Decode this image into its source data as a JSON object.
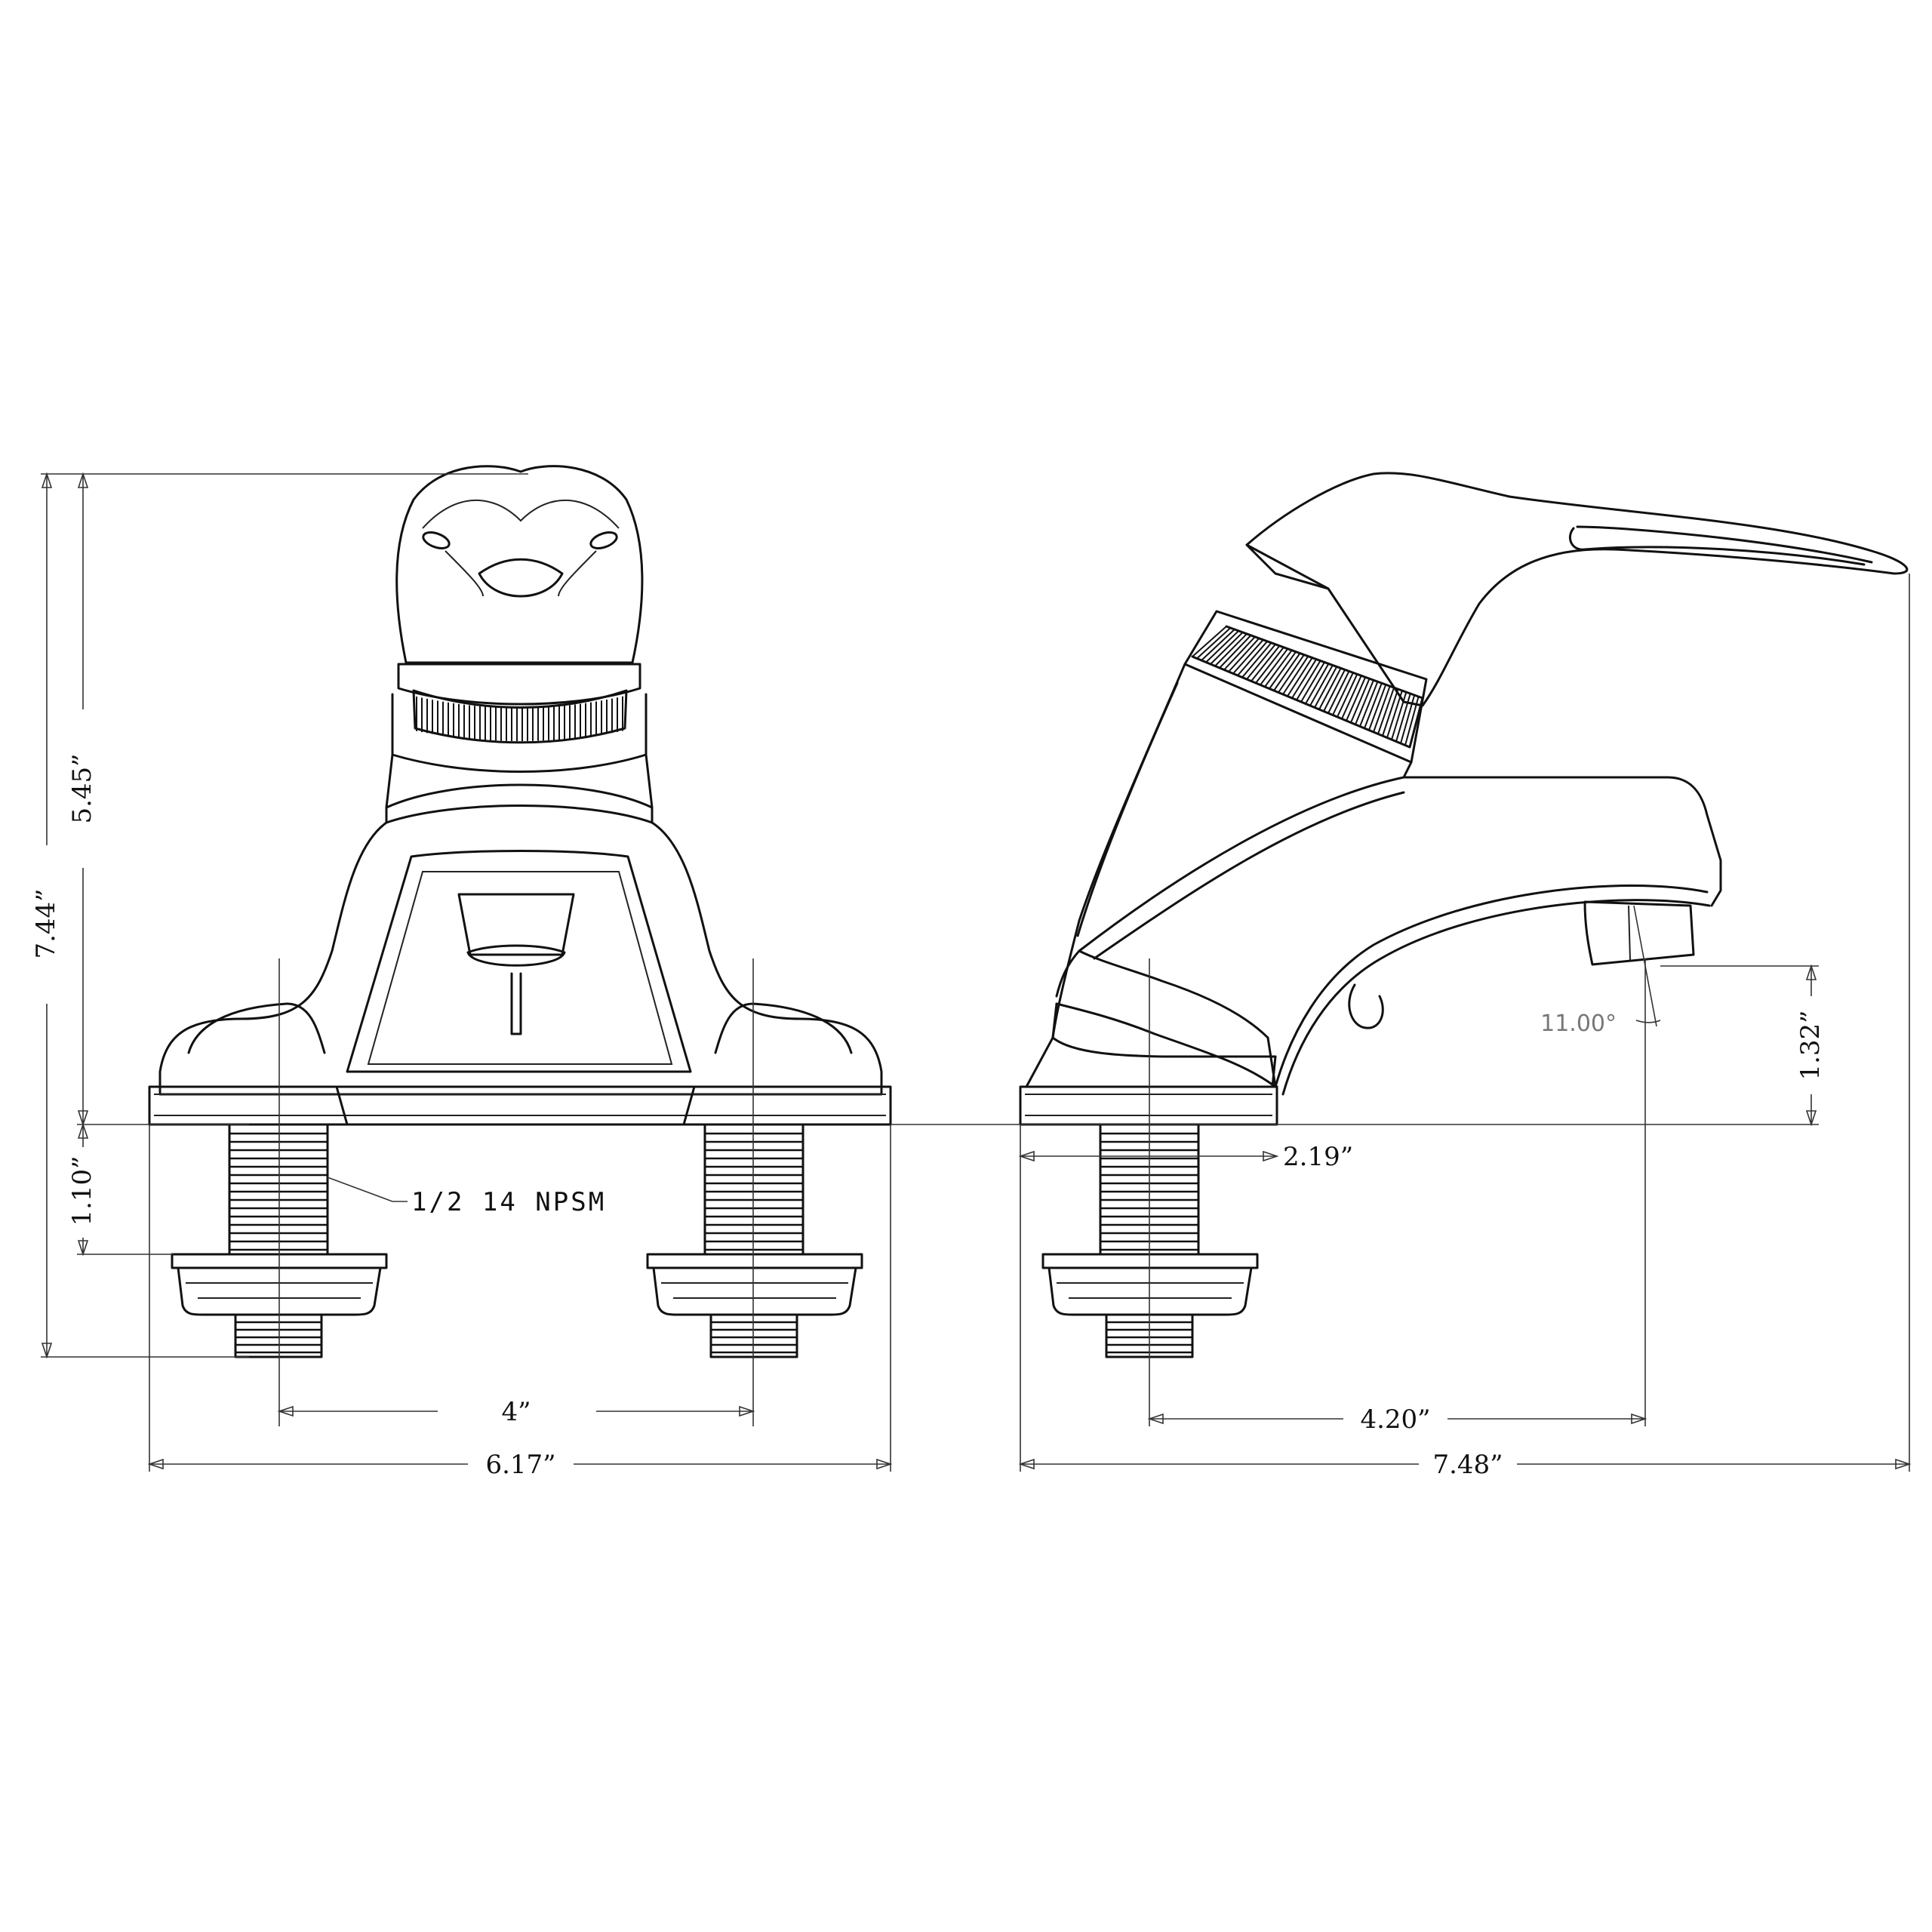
{
  "front_view": {
    "width": "6.17”",
    "center_spacing": "4”",
    "total_height": "7.44”",
    "body_height": "5.45”",
    "shank_length": "1.10”",
    "thread_note": "1/2 14 NPSM"
  },
  "side_view": {
    "depth": "7.48”",
    "spout_reach": "4.20”",
    "base_offset": "2.19”",
    "spout_height": "1.32”",
    "spout_angle": "11.00°"
  },
  "colors": {
    "line": "#111111",
    "dimension": "#333333",
    "angle_text": "#777777",
    "background": "#ffffff"
  }
}
